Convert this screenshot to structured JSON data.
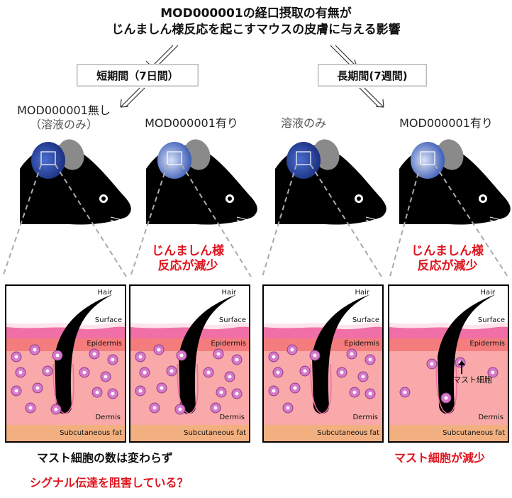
{
  "title": {
    "line1": "MOD000001の経口摂取の有無が",
    "line2": "じんましん様反応を起こすマウスの皮膚に与える影響"
  },
  "periods": {
    "short": "短期間（7日間）",
    "long": "長期間(7週間)"
  },
  "conditions": {
    "c1_line1": "MOD000001無し",
    "c1_line2": "（溶液のみ）",
    "c2": "MOD000001有り",
    "c3": "溶液のみ",
    "c4": "MOD000001有り"
  },
  "effects": {
    "short_line1": "じんましん様",
    "short_line2": "反応が減少",
    "long_line1": "じんましん様",
    "long_line2": "反応が減少"
  },
  "skin_labels": {
    "hair": "Hair",
    "surface": "Surface",
    "epidermis": "Epidermis",
    "dermis": "Dermis",
    "fat": "Subcutaneous fat",
    "mast_cell": "マスト細胞"
  },
  "notes": {
    "short_result": "マスト細胞の数は変わらず",
    "short_question": "シグナル伝達を阻害している？",
    "long_result": "マスト細胞が減少"
  },
  "colors": {
    "accent_red": "#e0141e",
    "epidermis_pink": "#f06fa6",
    "dermis_pink": "#f9a9a9",
    "fat_orange": "#f2b080",
    "cell_purple": "#d778c8",
    "ear_blue": "#1d3f9a"
  },
  "mast_cell_counts": {
    "panel1": 15,
    "panel2": 16,
    "panel3": 14,
    "panel4": 5
  }
}
